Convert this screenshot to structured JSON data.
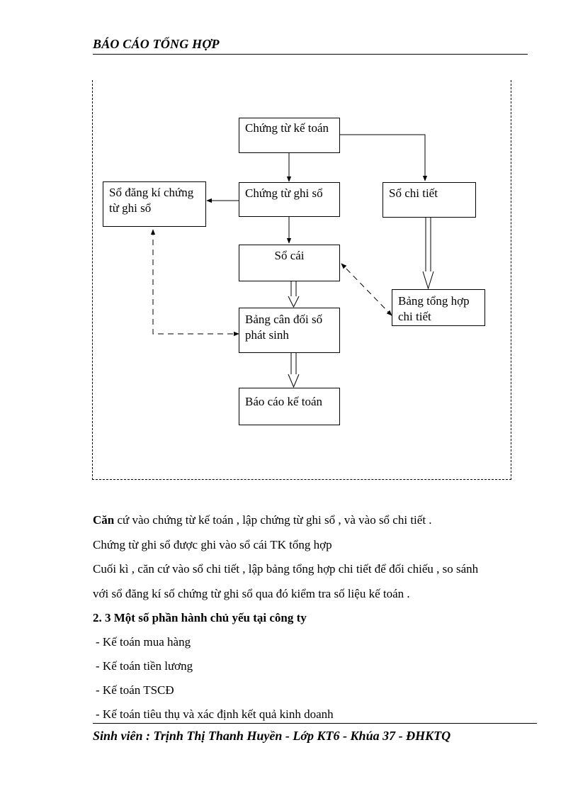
{
  "header": {
    "title": "BÁO CÁO TỔNG HỢP"
  },
  "diagram": {
    "nodes": {
      "chung_tu_ke_toan": "Chứng từ kế toán",
      "chung_tu_ghi_so": "Chứng từ ghi sổ",
      "so_chi_tiet": "Sổ chi tiết",
      "so_dang_ki": "Sổ đăng kí chứng từ ghi sổ",
      "so_cai": "Sổ cái",
      "bang_tong_hop": "Bảng tổng hợp chi tiết",
      "bang_can_doi": "Bảng cân đối số phát sinh",
      "bao_cao": "Báo cáo kế toán"
    }
  },
  "body": {
    "para1_lead": "Căn",
    "para1_rest": " cứ vào chứng từ kế toán , lập chứng từ ghi sổ , và vào sổ chi tiết .",
    "para2": "Chứng từ ghi sổ được ghi vào sổ cái TK tổng hợp",
    "para3_line1": "Cuối kì , căn cứ vào sổ chi tiết , lập bảng tổng hợp chi tiết để đối chiếu , so sánh",
    "para3_line2": "với sổ đăng kí số chứng từ ghi sổ qua đó kiểm tra số liệu kế toán .",
    "section_heading": "2. 3 Một số phần hành chủ yếu tại công ty",
    "list": [
      "- Kế toán mua hàng",
      "- Kế toán tiền lương",
      "- Kế toán TSCĐ",
      "- Kế toán tiêu thụ và xác định kết quả kinh doanh"
    ]
  },
  "footer": {
    "text": "Sinh viên : Trịnh Thị Thanh Huyền - Lớp KT6 - Khúa 37 - ĐHKTQ"
  }
}
